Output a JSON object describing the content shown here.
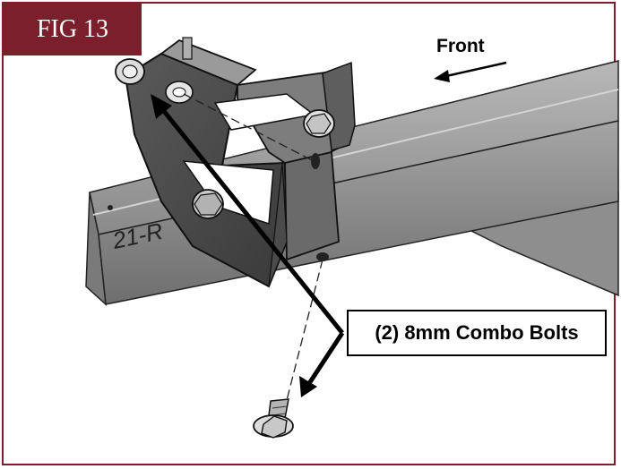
{
  "figure": {
    "tag": "FIG 13"
  },
  "direction": {
    "label": "Front"
  },
  "callout": {
    "label": "(2) 8mm Combo Bolts"
  },
  "rail": {
    "part_number": "21-R"
  },
  "colors": {
    "tag_background": "#7a1f2b",
    "frame_border": "#7a1f2b",
    "arrow": "#000000"
  }
}
